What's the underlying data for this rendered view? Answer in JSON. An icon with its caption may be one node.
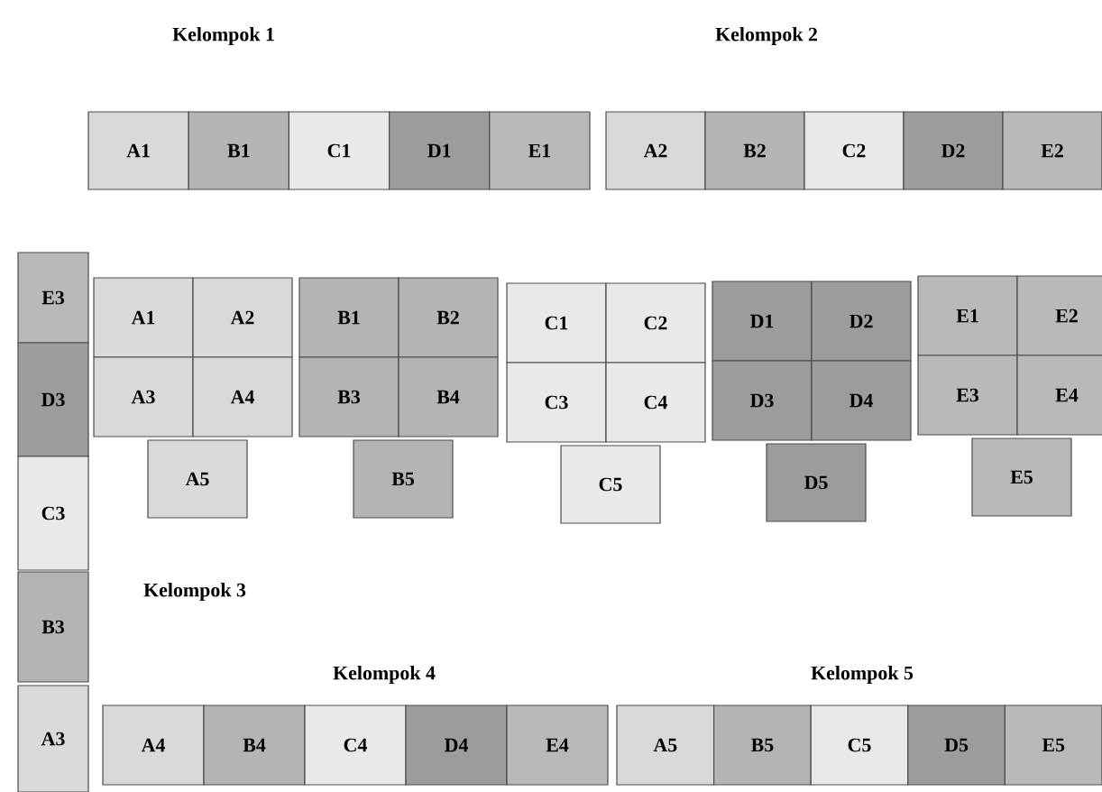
{
  "diagram": {
    "nodes": [
      {
        "text": [
          "A1"
        ]
      },
      {
        "text": [
          "B1"
        ]
      },
      {
        "text": [
          "C1"
        ]
      },
      {
        "text": [
          "D1"
        ]
      },
      {
        "text": [
          "E1"
        ]
      },
      {
        "text": [
          "A2"
        ]
      },
      {
        "text": [
          "B2"
        ]
      },
      {
        "text": [
          "C2"
        ]
      },
      {
        "text": [
          "D2"
        ]
      },
      {
        "text": [
          "E2"
        ]
      },
      {
        "text": [
          "E3"
        ]
      },
      {
        "text": [
          "D3"
        ]
      },
      {
        "text": [
          "C3"
        ]
      },
      {
        "text": [
          "B3"
        ]
      },
      {
        "text": [
          "A3"
        ]
      },
      {
        "text": [
          "A1"
        ]
      },
      {
        "text": [
          "A2"
        ]
      },
      {
        "text": [
          "B1"
        ]
      },
      {
        "text": [
          "B2"
        ]
      },
      {
        "text": [
          "C1"
        ]
      },
      {
        "text": [
          "C2"
        ]
      },
      {
        "text": [
          "D1"
        ]
      },
      {
        "text": [
          "D2"
        ]
      },
      {
        "text": [
          "E1"
        ]
      },
      {
        "text": [
          "E2"
        ]
      },
      {
        "text": [
          "A3"
        ]
      },
      {
        "text": [
          "A4"
        ]
      },
      {
        "text": [
          "B3"
        ]
      },
      {
        "text": [
          "B4"
        ]
      },
      {
        "text": [
          "C3"
        ]
      },
      {
        "text": [
          "C4"
        ]
      },
      {
        "text": [
          "D3"
        ]
      },
      {
        "text": [
          "D4"
        ]
      },
      {
        "text": [
          "E3"
        ]
      },
      {
        "text": [
          "E4"
        ]
      },
      {
        "text": [
          "A5"
        ]
      },
      {
        "text": [
          "B5"
        ]
      },
      {
        "text": [
          "C5"
        ]
      },
      {
        "text": [
          "D5"
        ]
      },
      {
        "text": [
          "E5"
        ]
      },
      {
        "text": [
          "A4"
        ]
      },
      {
        "text": [
          "B4"
        ]
      },
      {
        "text": [
          "C4"
        ]
      },
      {
        "text": [
          "D4"
        ]
      },
      {
        "text": [
          "E4"
        ]
      },
      {
        "text": [
          "A5"
        ]
      },
      {
        "text": [
          "B5"
        ]
      },
      {
        "text": [
          "C5"
        ]
      },
      {
        "text": [
          "D5"
        ]
      },
      {
        "text": [
          "E5"
        ]
      }
    ],
    "labels": [
      "Kelompok 1",
      "Kelompok 2",
      "Kelompok 3",
      "Kelompok 4",
      "Kelompok 5"
    ]
  }
}
